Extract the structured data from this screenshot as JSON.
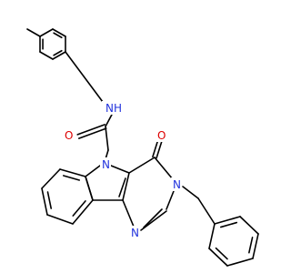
{
  "molecule": {
    "atoms": {
      "nh_amide": {
        "text": "N",
        "sub": "H",
        "color": "#2233dd"
      },
      "o_amide": {
        "text": "O",
        "color": "#dd0000"
      },
      "n5_indole": {
        "text": "N",
        "color": "#2233dd"
      },
      "o_ring": {
        "text": "O",
        "color": "#dd0000"
      },
      "n3_ring": {
        "text": "N",
        "color": "#2233dd"
      },
      "n1_ring": {
        "text": "N",
        "color": "#2233dd"
      }
    },
    "colors": {
      "bond": "#000000",
      "background": "#ffffff"
    }
  }
}
